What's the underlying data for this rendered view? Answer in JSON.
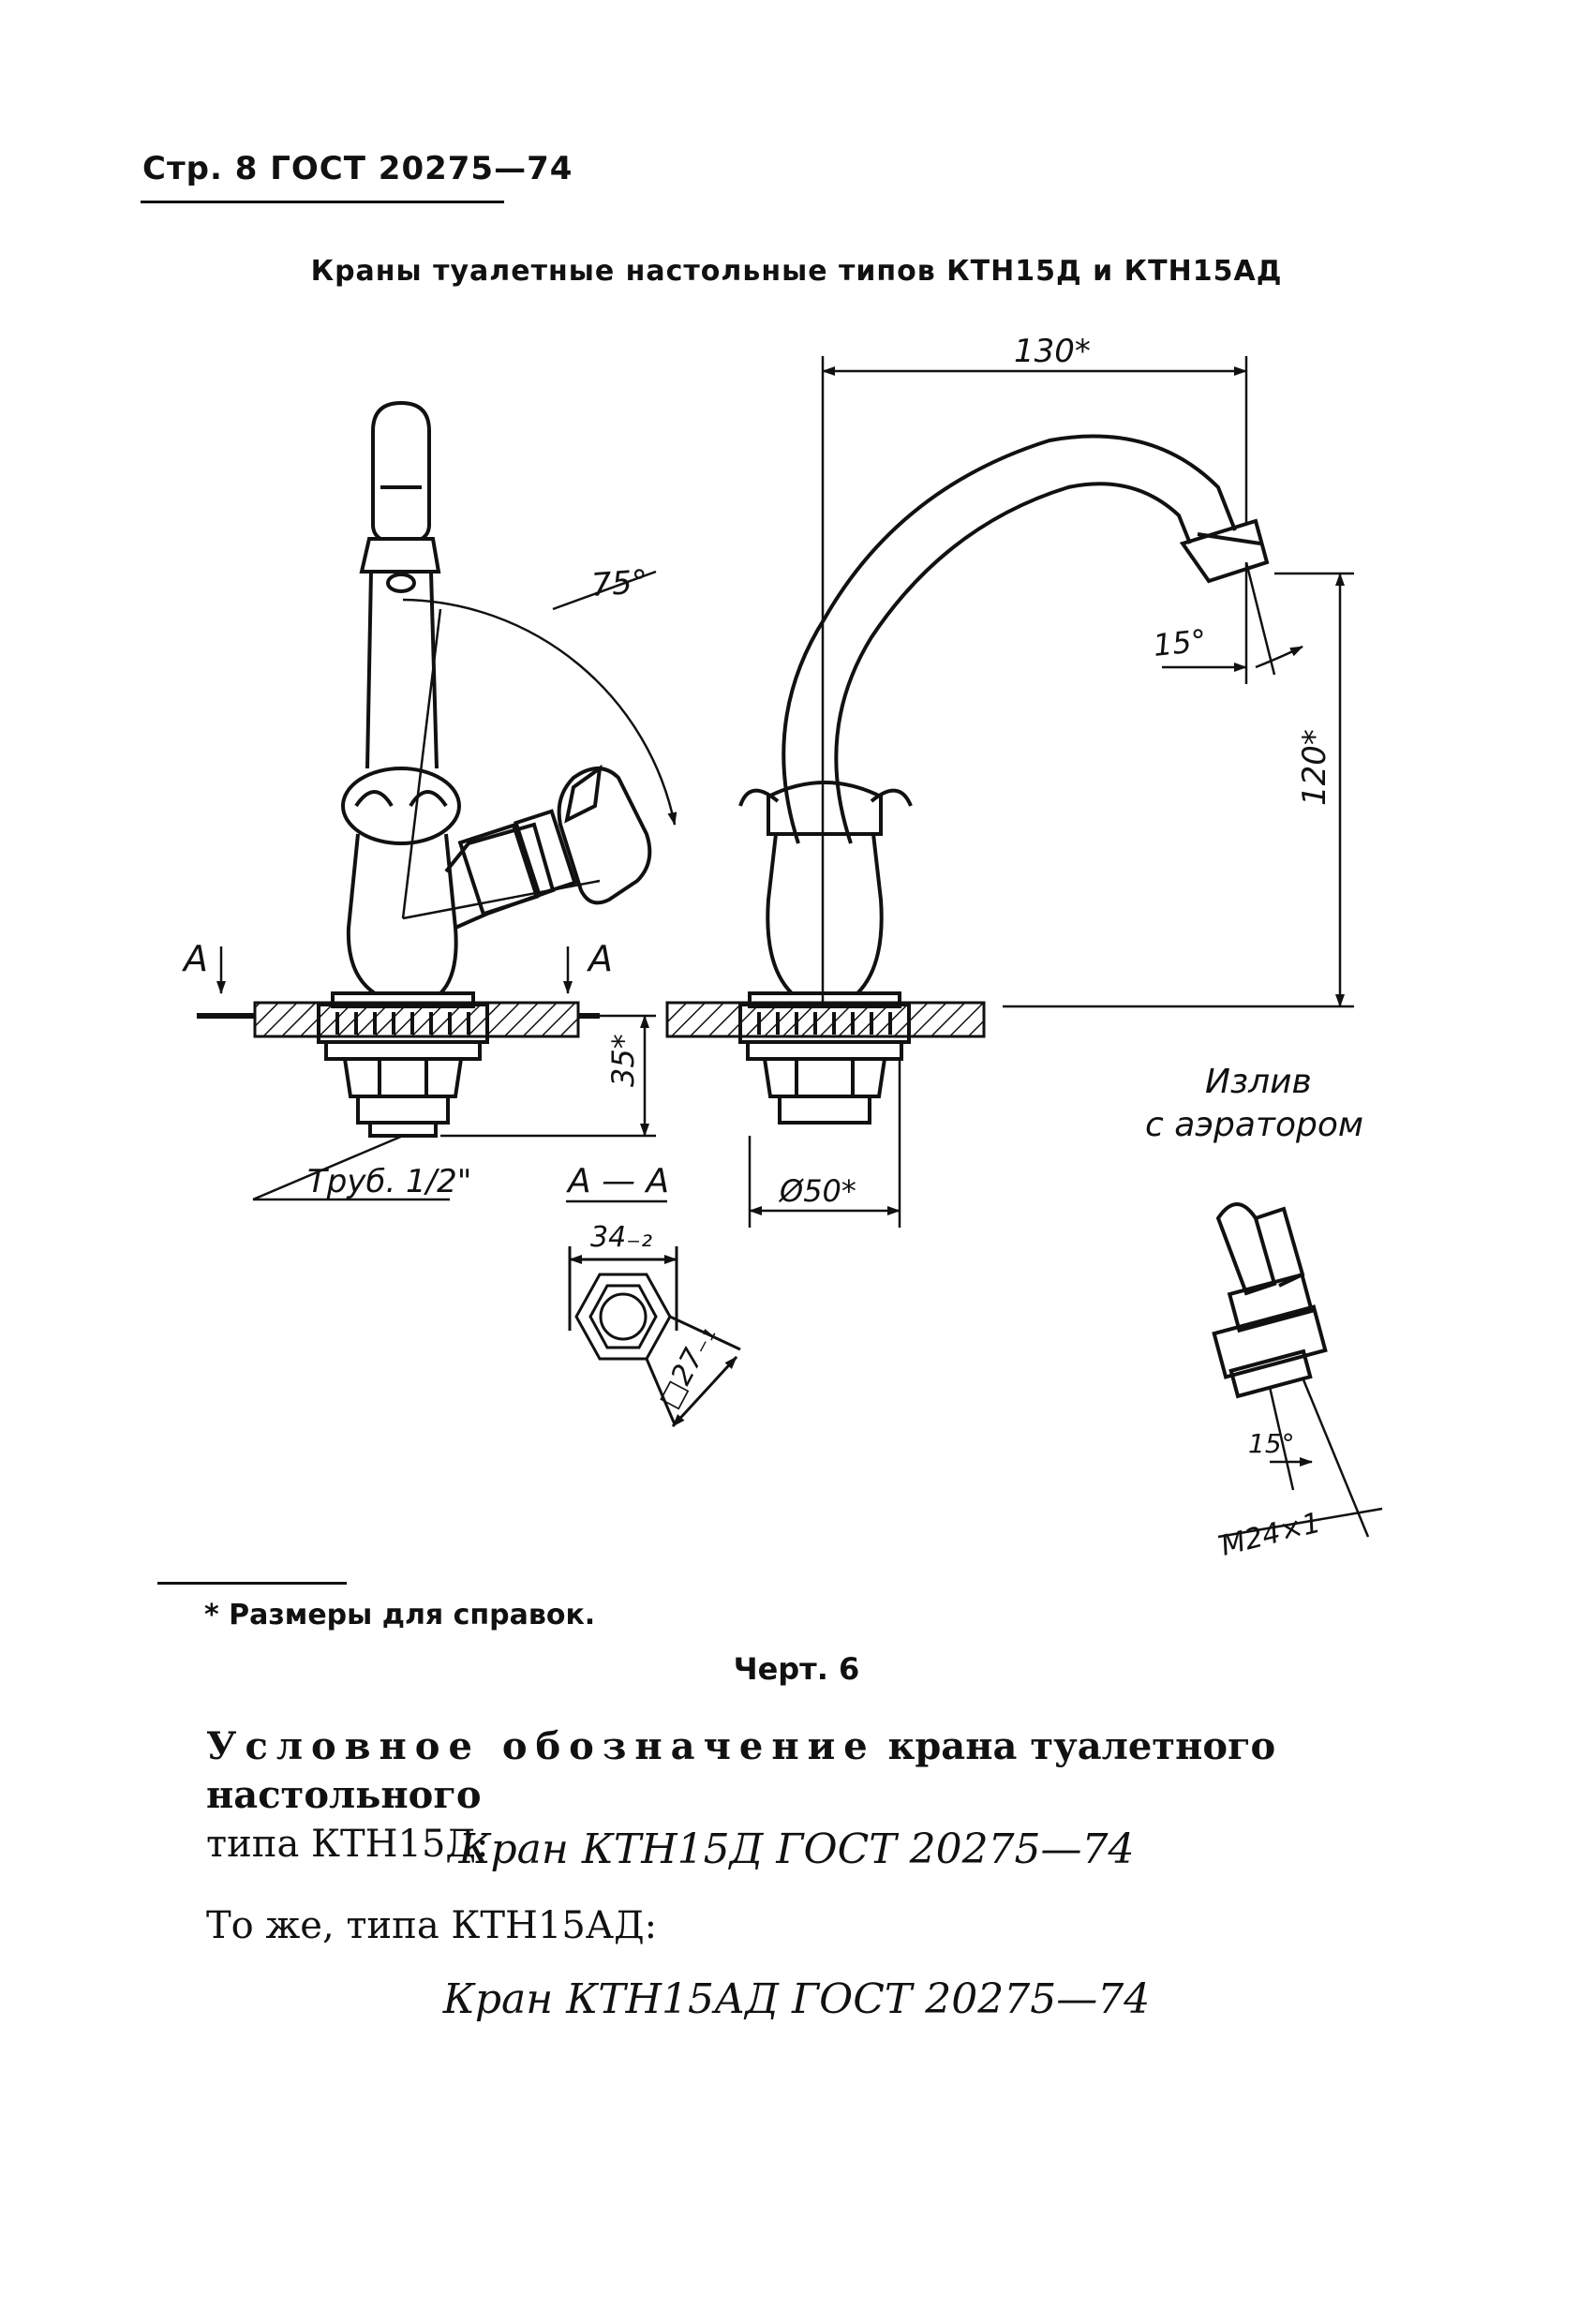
{
  "header": {
    "text": "Стр. 8 ГОСТ 20275—74"
  },
  "drawing_title": "Краны туалетные настольные типов КТН15Д и КТН15АД",
  "dimensions": {
    "angle_75": "75°",
    "width_130": "130*",
    "angle_15": "15°",
    "height_120": "120*",
    "section_mark": "А",
    "depth_35": "35*",
    "pipe": "Труб. 1/2\"",
    "section_title": "А — А",
    "dia_50": "Ø50*",
    "size_34": "34₋₂",
    "size_27": "□27₋₁",
    "thread": "М24×1",
    "angle_15b": "15°"
  },
  "aerator_label": {
    "line1": "Излив",
    "line2": "с аэратором"
  },
  "footnote": "* Размеры для справок.",
  "caption": "Черт. 6",
  "paragraph1": {
    "lead": "Условное обозначение",
    "rest": "крана туалетного настольного",
    "cont": "типа КТН15Д:"
  },
  "designation1": "Кран КТН15Д ГОСТ 20275—74",
  "paragraph2": "То же, типа КТН15АД:",
  "designation2": "Кран КТН15АД ГОСТ 20275—74"
}
